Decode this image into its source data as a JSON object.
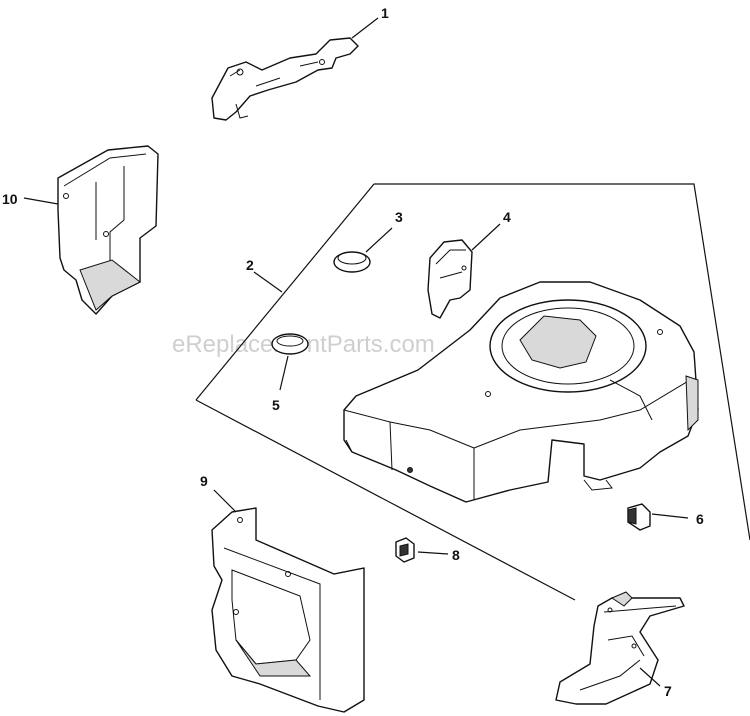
{
  "watermark": "eReplacementParts.com",
  "callouts": {
    "c1": "1",
    "c2": "2",
    "c3": "3",
    "c4": "4",
    "c5": "5",
    "c6": "6",
    "c7": "7",
    "c8": "8",
    "c9": "9",
    "c10": "10"
  }
}
